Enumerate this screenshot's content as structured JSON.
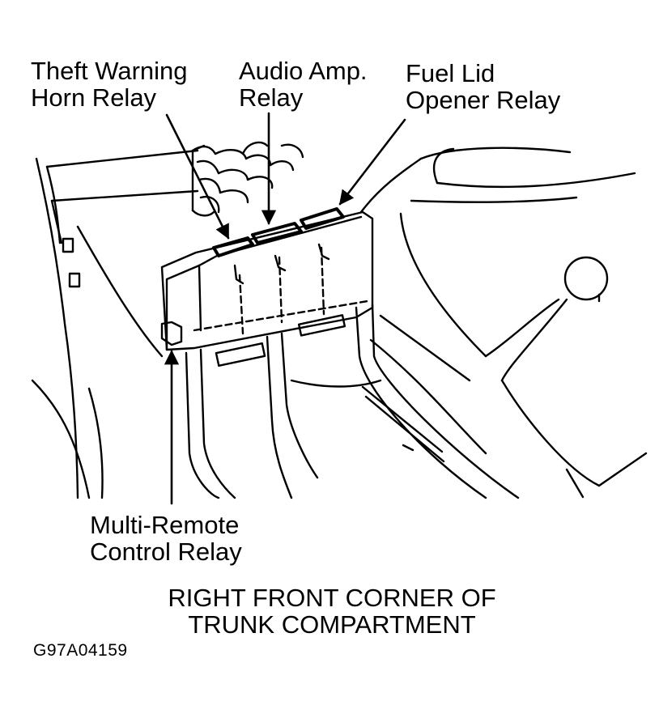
{
  "callouts": {
    "theft_warning": {
      "line1": "Theft Warning",
      "line2": "Horn Relay"
    },
    "audio_amp": {
      "line1": "Audio Amp.",
      "line2": "Relay"
    },
    "fuel_lid": {
      "line1": "Fuel Lid",
      "line2": "Opener Relay"
    },
    "multi_remote": {
      "line1": "Multi-Remote",
      "line2": "Control Relay"
    }
  },
  "caption": {
    "line1": "RIGHT FRONT CORNER OF",
    "line2": "TRUNK COMPARTMENT"
  },
  "figure_id": "G97A04159",
  "colors": {
    "ink": "#000000",
    "paper": "#ffffff"
  }
}
